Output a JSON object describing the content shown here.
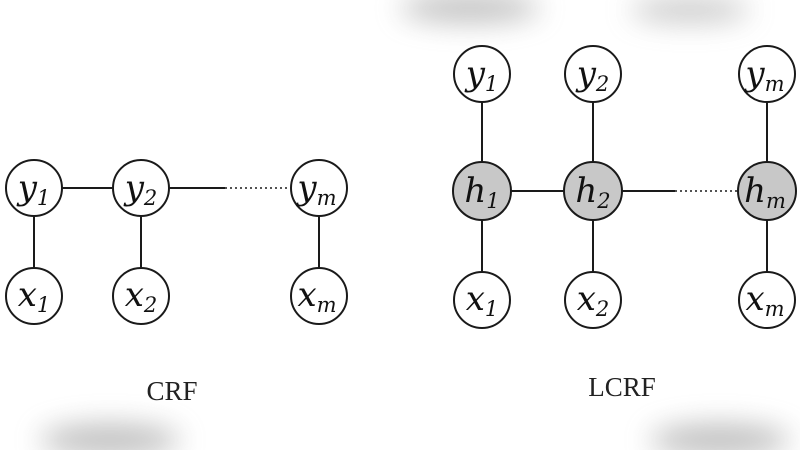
{
  "crf": {
    "caption": "CRF",
    "outputs": [
      {
        "letter": "y",
        "sub": "1"
      },
      {
        "letter": "y",
        "sub": "2"
      },
      {
        "letter": "y",
        "sub": "m"
      }
    ],
    "inputs": [
      {
        "letter": "x",
        "sub": "1"
      },
      {
        "letter": "x",
        "sub": "2"
      },
      {
        "letter": "x",
        "sub": "m"
      }
    ]
  },
  "lcrf": {
    "caption": "LCRF",
    "outputs": [
      {
        "letter": "y",
        "sub": "1"
      },
      {
        "letter": "y",
        "sub": "2"
      },
      {
        "letter": "y",
        "sub": "m"
      }
    ],
    "hidden": [
      {
        "letter": "h",
        "sub": "1"
      },
      {
        "letter": "h",
        "sub": "2"
      },
      {
        "letter": "h",
        "sub": "m"
      }
    ],
    "inputs": [
      {
        "letter": "x",
        "sub": "1"
      },
      {
        "letter": "x",
        "sub": "2"
      },
      {
        "letter": "x",
        "sub": "m"
      }
    ]
  },
  "colors": {
    "hidden_node_fill": "#c8c8c8",
    "stroke": "#1a1a1a"
  }
}
